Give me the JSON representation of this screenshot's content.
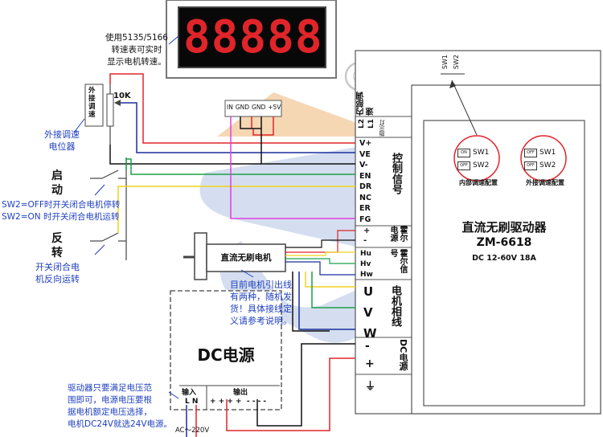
{
  "display": {
    "digits": "88888",
    "note_lines": [
      "使用5135/5166",
      "转速表可实时",
      "显示电机转速。"
    ]
  },
  "display_connector": {
    "pins": [
      "IN",
      "GND",
      "GND",
      "+5V"
    ]
  },
  "registered_mark": "®",
  "potentiometer": {
    "box_label": "外接调速",
    "value": "10K",
    "caption_lines": [
      "外接调速",
      "电位器"
    ]
  },
  "start_switch": {
    "label": "启动",
    "notes": [
      "SW2=OFF时开关闭合电机停转",
      "SW2=ON 时开关闭合电机运转"
    ]
  },
  "reverse_switch": {
    "label": "反转",
    "caption_lines": [
      "开关闭合电",
      "机反向运转"
    ]
  },
  "motor": {
    "label": "直流无刷电机",
    "note_lines": [
      "目前电机引出线",
      "有两种，随机发",
      "货！具体接线定",
      "义请参考说明。"
    ]
  },
  "power_supply": {
    "title": "DC电源",
    "input_label": "输入",
    "input_pins": "L N",
    "output_label": "输出",
    "output_pins": "+ + + +  - - - -",
    "ac_label": "AC～220V"
  },
  "power_note_lines": [
    "驱动器只要满足电压范",
    "围即可，电源电压要根",
    "据电机额定电压选择，",
    "电机DC24V就选24V电源。"
  ],
  "driver": {
    "title": "直流无刷驱动器",
    "model": "ZM-6618",
    "spec": "DC 12-60V 18A",
    "dip_labels": [
      "SW1",
      "SW2"
    ],
    "internal_speed_label": "内部调速",
    "indicator_label": "指示灯",
    "control_group_label": "控制信号",
    "hall_power_label": "霍尔电源",
    "hall_signal_label": "霍尔信号",
    "motor_phase_label": "电机相线",
    "dc_power_label": "DC电源",
    "terminals": {
      "l2": "L2",
      "l1": "L1",
      "control": [
        "V+",
        "VE",
        "V-",
        "EN",
        "DR",
        "NC",
        "ER",
        "FG"
      ],
      "hall_power": [
        "+",
        "-"
      ],
      "hall": [
        "Hu",
        "Hv",
        "Hw"
      ],
      "phase": [
        "U",
        "V",
        "W"
      ],
      "dc": [
        "-",
        "+"
      ],
      "ground": "⏚"
    },
    "configs": [
      {
        "caption": "内部调速配置",
        "sw1": "SW1",
        "sw1_state": "ON",
        "sw2": "SW2",
        "sw2_state": "OFF"
      },
      {
        "caption": "外接调速配置",
        "sw1": "SW1",
        "sw1_state": "OFF",
        "sw2": "SW2",
        "sw2_state": "OFF"
      }
    ]
  },
  "colors": {
    "red": "#e0252a",
    "blue": "#1a2f9c",
    "green": "#1aa04a",
    "yellow": "#f2d21c",
    "magenta": "#e03ee0",
    "black": "#111111",
    "watermark_blue": "#b8c8e6",
    "watermark_orange": "#f3c99b"
  }
}
